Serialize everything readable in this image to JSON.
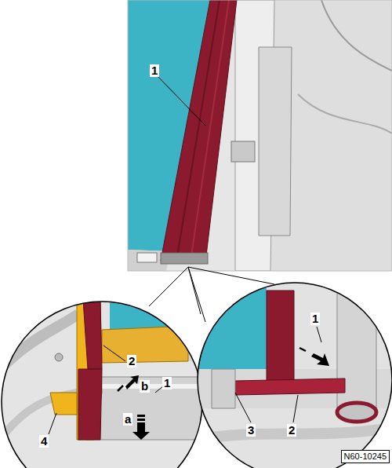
{
  "diagram": {
    "labels": [
      "1",
      "2",
      "b",
      "1",
      "a",
      "4",
      "1",
      "3",
      "2",
      "N60-10245"
    ]
  }
}
